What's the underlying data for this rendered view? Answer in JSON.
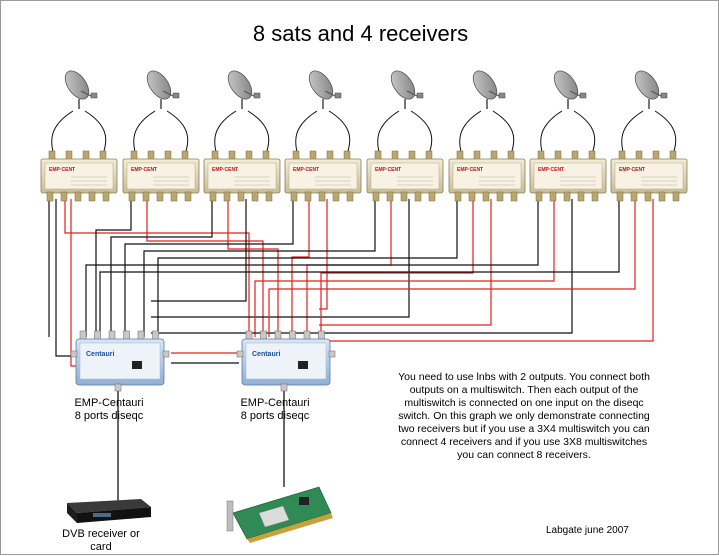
{
  "title": "8 sats and 4 receivers",
  "diseqc_label_line1": "EMP-Centauri",
  "diseqc_label_line2": "8 ports diseqc",
  "receiver_label_line1": "DVB receiver or",
  "receiver_label_line2": "card",
  "note_lines": [
    "You need to use lnbs with 2 outputs.  You connect both",
    "outputs on a multiswitch.  Then each output of the",
    "multiswitch is connected on one input on the diseqc",
    "switch.  On this graph we only demonstrate connecting",
    "two receivers but if you use a 3X4 multiswitch you can",
    "connect 4 receivers and if you use 3X8 multiswitches",
    "you can connect 8 receivers."
  ],
  "credit": "Labgate june 2007",
  "multiswitch_brand": "EMP·CENT",
  "diseqc_brand": "Centauri",
  "cable_colors": {
    "black": "#111111",
    "red": "#e02020"
  },
  "satellite_count": 8
}
